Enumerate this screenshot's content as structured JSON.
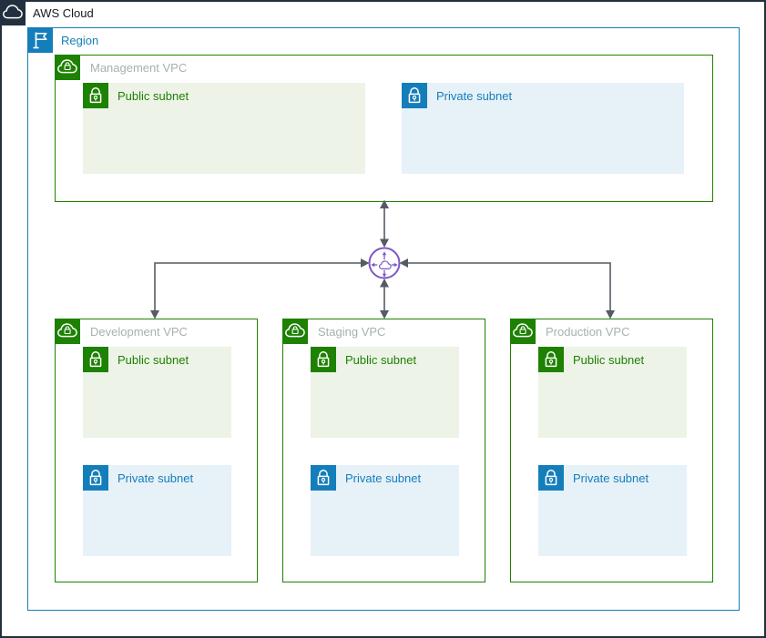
{
  "aws_cloud": {
    "label": "AWS Cloud"
  },
  "region": {
    "label": "Region"
  },
  "vpcs": {
    "management": {
      "label": "Management VPC"
    },
    "development": {
      "label": "Development VPC"
    },
    "staging": {
      "label": "Staging VPC"
    },
    "production": {
      "label": "Production VPC"
    }
  },
  "subnets": {
    "public": {
      "label": "Public subnet"
    },
    "private": {
      "label": "Private subnet"
    }
  },
  "icons": {
    "aws_cloud": "aws-cloud-icon",
    "region": "region-flag-icon",
    "vpc": "vpc-cloud-lock-icon",
    "public_subnet": "public-subnet-lock-icon",
    "private_subnet": "private-subnet-lock-icon",
    "transit_gateway": "transit-gateway-icon"
  },
  "colors": {
    "outer_border": "#232F3E",
    "region_border": "#147EBA",
    "vpc_border": "#1D8102",
    "green": "#1D8102",
    "blue": "#147EBA",
    "vpc_label_gray": "#A6B1B0",
    "public_subnet_bg": "#EDF3E7",
    "private_subnet_bg": "#E7F1F8",
    "arrow": "#545B64",
    "transit_gateway_purple": "#7D55C9"
  }
}
